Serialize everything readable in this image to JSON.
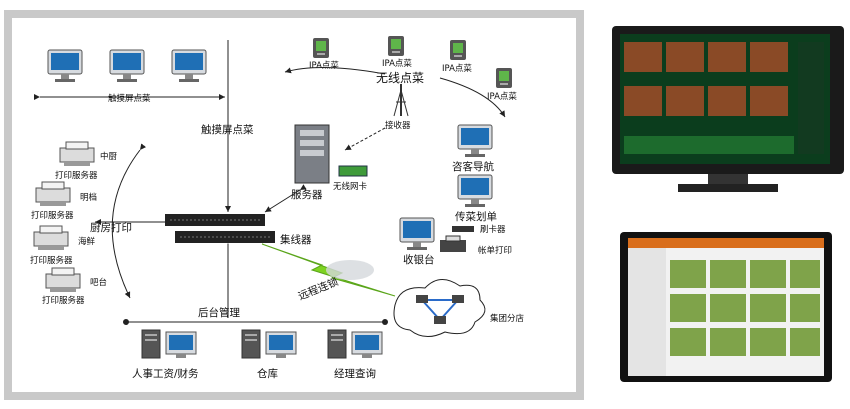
{
  "diagram": {
    "touch_terminals_label": "触摸屏点菜",
    "touch_screen_label": "触摸屏点菜",
    "ipa_label": "IPA点菜",
    "wireless_label": "无线点菜",
    "receiver_label": "接收器",
    "wireless_card_label": "无线网卡",
    "server_label": "服务器",
    "switch_label": "集线器",
    "kitchen_print_label": "厨房打印",
    "printers": [
      {
        "station": "中厨",
        "label": "打印服务器"
      },
      {
        "station": "明档",
        "label": "打印服务器"
      },
      {
        "station": "海鲜",
        "label": "打印服务器"
      },
      {
        "station": "吧台",
        "label": "打印服务器"
      }
    ],
    "guest_nav_label": "咨客导航",
    "dish_delivery_label": "传菜划单",
    "card_reader_label": "刷卡器",
    "bill_print_label": "帐单打印",
    "cashier_label": "收银台",
    "remote_label": "远程连锁",
    "branch_label": "集团分店",
    "backoffice_label": "后台管理",
    "back_units": [
      "人事工资/财务",
      "仓库",
      "经理查询"
    ]
  },
  "colors": {
    "frame": "#c9c9c9",
    "monitor": "#1f6fb5",
    "server": "#7b7f86",
    "lightning": "#7ed321"
  }
}
